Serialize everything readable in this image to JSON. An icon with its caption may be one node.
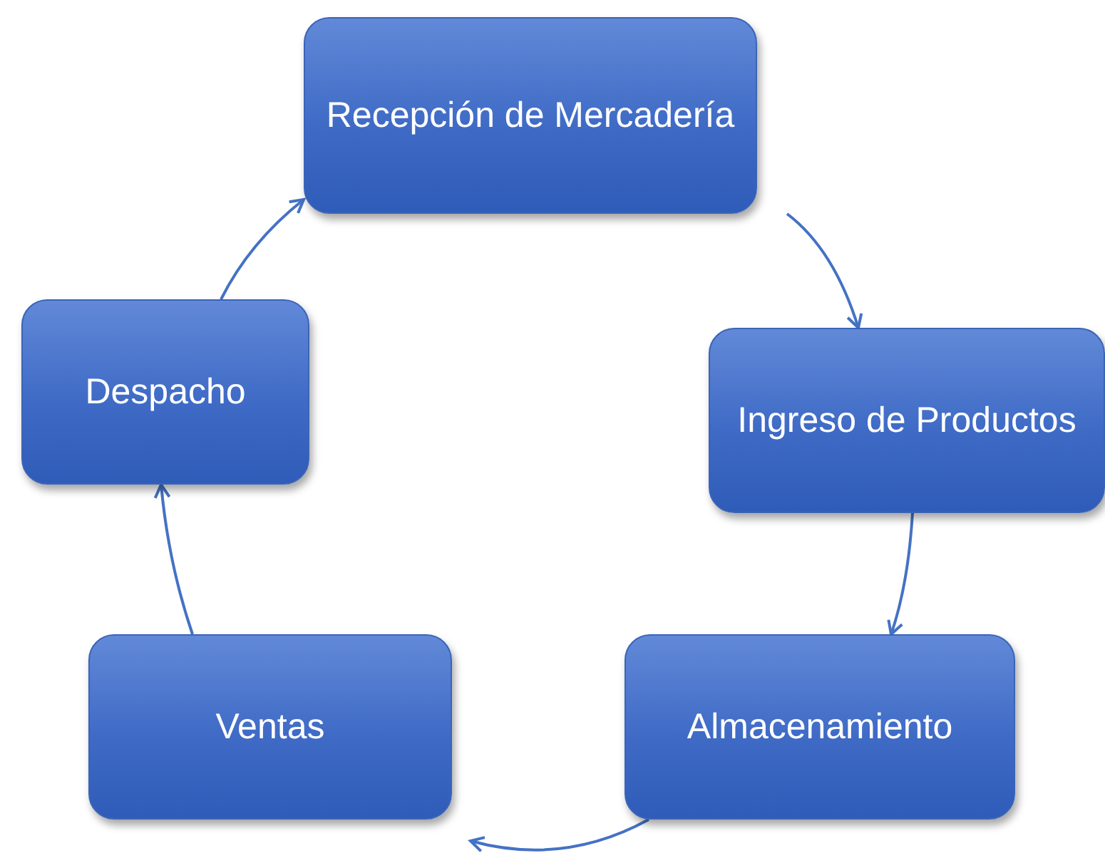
{
  "diagram": {
    "nodes": [
      {
        "text": [
          "Recepción de Mercadería"
        ]
      },
      {
        "text": [
          "Ingreso de Productos"
        ]
      },
      {
        "text": [
          "Almacenamiento"
        ]
      },
      {
        "text": [
          "Ventas"
        ]
      },
      {
        "text": [
          "Despacho"
        ]
      }
    ],
    "edges": [
      {
        "from": 0,
        "to": 1,
        "arrow": "to"
      },
      {
        "from": 1,
        "to": 2,
        "arrow": "to"
      },
      {
        "from": 2,
        "to": 3,
        "arrow": "to"
      },
      {
        "from": 3,
        "to": 4,
        "arrow": "to"
      },
      {
        "from": 4,
        "to": 0,
        "arrow": "to"
      }
    ]
  }
}
